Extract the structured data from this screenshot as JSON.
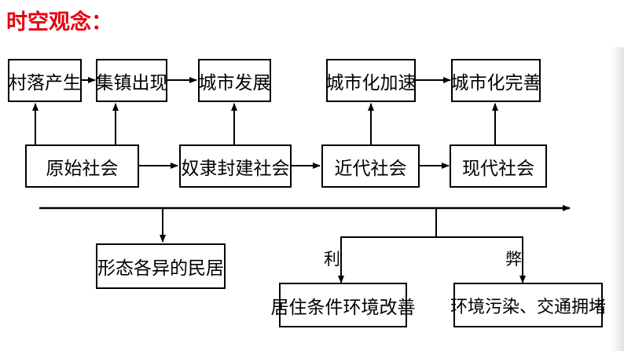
{
  "title": "时空观念：",
  "top_row": [
    "村落产生",
    "集镇出现",
    "城市发展",
    "城市化加速",
    "城市化完善"
  ],
  "societies": [
    "原始社会",
    "奴隶封建社会",
    "近代社会",
    "现代社会"
  ],
  "bottom": {
    "dwellings": "形态各异的民居",
    "pros_label": "利",
    "cons_label": "弊",
    "pros": "居住条件环境改善",
    "cons": "环境污染、交通拥堵"
  },
  "colors": {
    "title": "#e60012",
    "line": "#000000"
  }
}
